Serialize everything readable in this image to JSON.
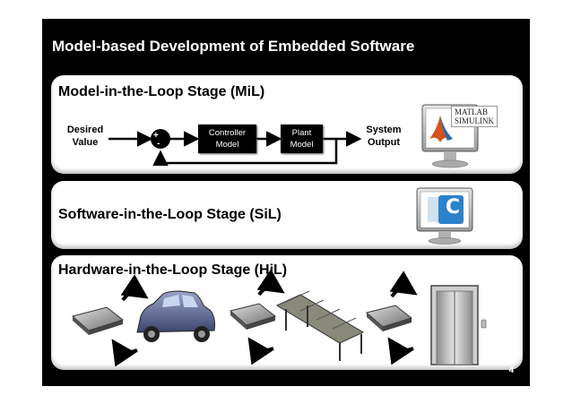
{
  "slide": {
    "title": "Model-based Development of  Embedded Software",
    "page_number": "4"
  },
  "mil": {
    "title": "Model-in-the-Loop Stage (MiL)",
    "input_label": [
      "Desired",
      "Value"
    ],
    "sum_plus": "+",
    "sum_minus": "-",
    "controller_label": [
      "Controller",
      "Model"
    ],
    "plant_label": [
      "Plant",
      "Model"
    ],
    "output_label": [
      "System",
      "Output"
    ],
    "tool_logo": [
      "MATLAB",
      "SIMULINK"
    ],
    "tool_icon": "matlab-simulink-monitor-icon"
  },
  "sil": {
    "title": "Software-in-the-Loop Stage (SiL)",
    "tool_logo": "C",
    "tool_icon": "c-language-monitor-icon"
  },
  "hil": {
    "title": "Hardware-in-the-Loop Stage (HiL)",
    "setups": [
      {
        "hardware": "ecu-icon",
        "plant": "car-icon"
      },
      {
        "hardware": "ecu-icon",
        "plant": "conveyor-belt-icon"
      },
      {
        "hardware": "ecu-icon",
        "plant": "elevator-icon"
      }
    ]
  },
  "colors": {
    "slide_background": "#000000",
    "panel_background": "#ffffff",
    "block_fill": "#000000",
    "arrow": "#000000"
  }
}
